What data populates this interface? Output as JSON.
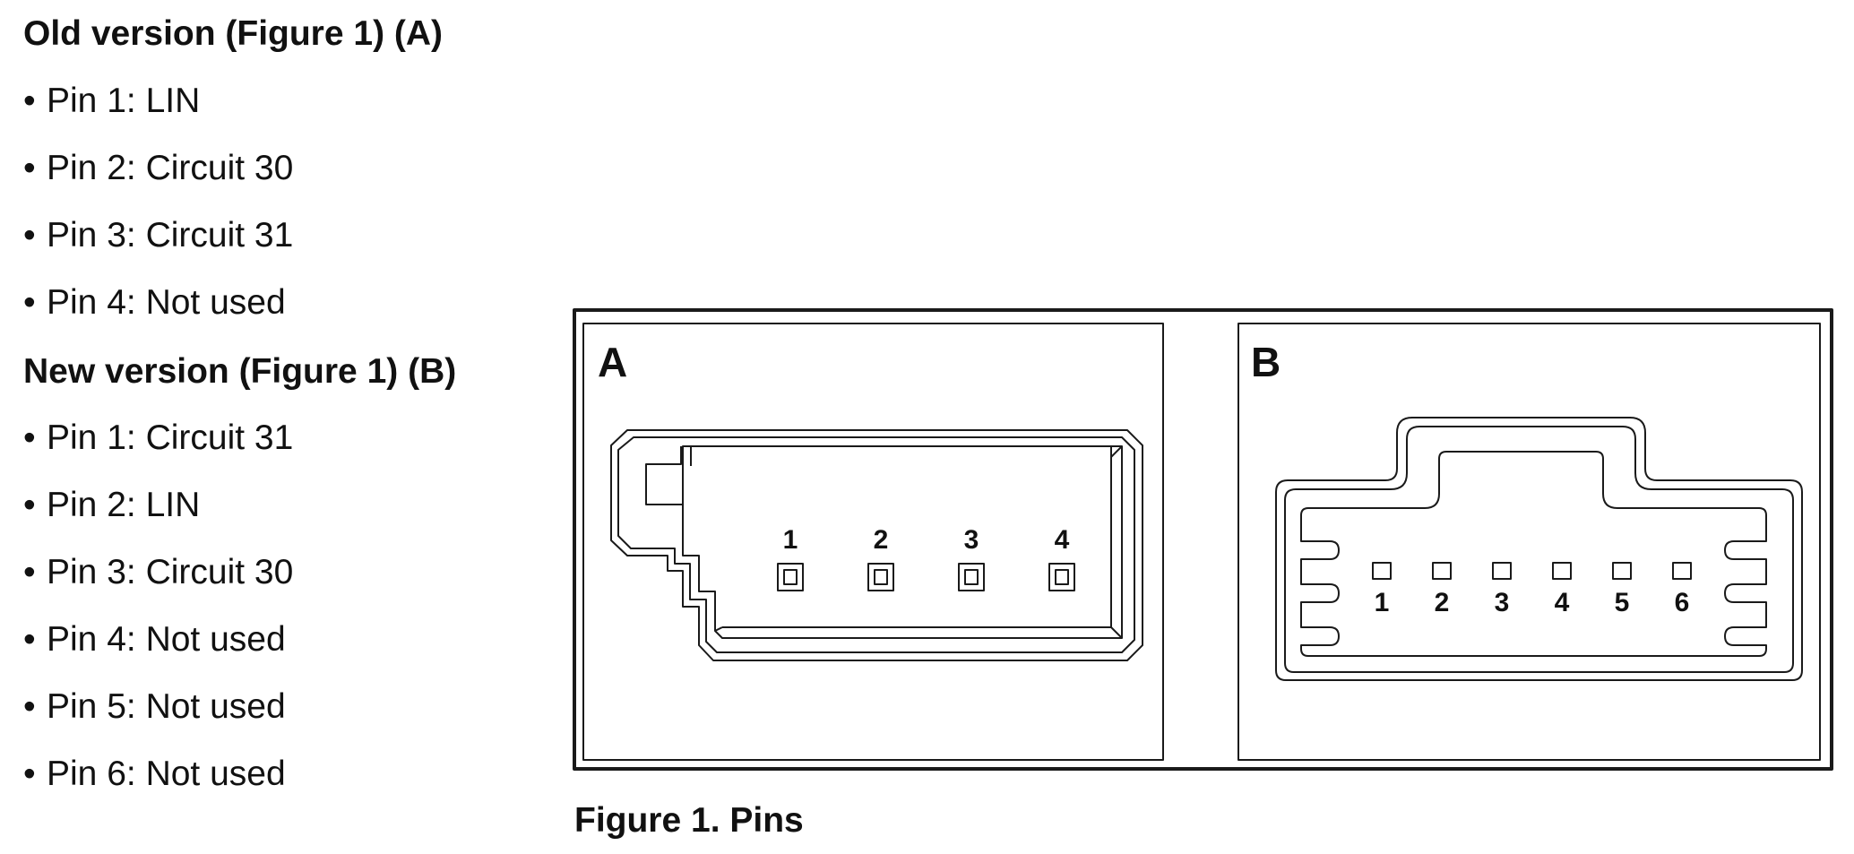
{
  "old_version": {
    "heading": "Old version (Figure 1) (A)",
    "pins": [
      {
        "label": "Pin 1: LIN"
      },
      {
        "label": "Pin 2: Circuit 30"
      },
      {
        "label": "Pin 3: Circuit 31"
      },
      {
        "label": "Pin 4: Not used"
      }
    ]
  },
  "new_version": {
    "heading": "New version (Figure 1) (B)",
    "pins": [
      {
        "label": "Pin 1: Circuit 31"
      },
      {
        "label": "Pin 2: LIN"
      },
      {
        "label": "Pin 3: Circuit 30"
      },
      {
        "label": "Pin 4: Not used"
      },
      {
        "label": "Pin 5: Not used"
      },
      {
        "label": "Pin 6: Not used"
      }
    ]
  },
  "figure": {
    "panel_a_label": "A",
    "panel_b_label": "B",
    "connector_a_pins": [
      "1",
      "2",
      "3",
      "4"
    ],
    "connector_b_pins": [
      "1",
      "2",
      "3",
      "4",
      "5",
      "6"
    ],
    "caption": "Figure 1. Pins"
  },
  "bullet": "•"
}
